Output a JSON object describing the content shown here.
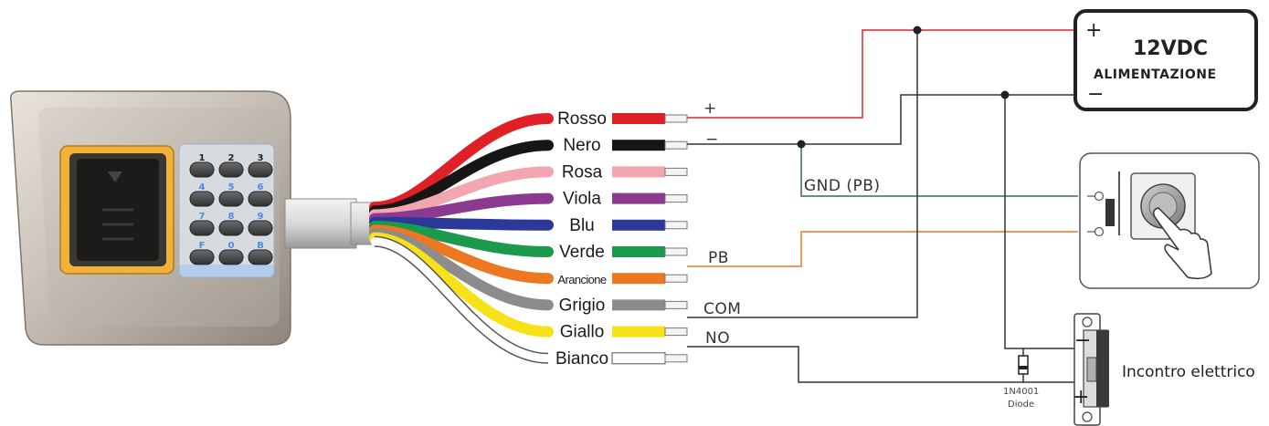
{
  "wires": [
    {
      "label": "Rosso",
      "color": "#e02027"
    },
    {
      "label": "Nero",
      "color": "#161616"
    },
    {
      "label": "Rosa",
      "color": "#f2a6b0"
    },
    {
      "label": "Viola",
      "color": "#8b3a8f"
    },
    {
      "label": "Blu",
      "color": "#2b3a9a"
    },
    {
      "label": "Verde",
      "color": "#1a9a4a"
    },
    {
      "label": "Arancione",
      "color": "#ee7722"
    },
    {
      "label": "Grigio",
      "color": "#8c8c8c"
    },
    {
      "label": "Giallo",
      "color": "#f7e21a"
    },
    {
      "label": "Bianco",
      "color": "#ffffff"
    }
  ],
  "connections": {
    "plus": "+",
    "minus": "−",
    "gnd": "GND (PB)",
    "pb": "PB",
    "com": "COM",
    "no": "NO"
  },
  "power_supply": {
    "title": "12VDC",
    "subtitle": "ALIMENTAZIONE",
    "plus": "+",
    "minus": "−"
  },
  "lock": {
    "label": "Incontro elettrico",
    "minus": "−",
    "plus": "+"
  },
  "diode": {
    "part": "1N4001",
    "name": "Diode"
  },
  "keypad": {
    "keys": [
      "1",
      "2",
      "3",
      "4",
      "5",
      "6",
      "7",
      "8",
      "9",
      "F",
      "0",
      "B"
    ]
  },
  "colors": {
    "red_line": "#e02027",
    "black_line": "#333333",
    "green_line": "#3a6b4a",
    "orange_line": "#ee7722"
  }
}
